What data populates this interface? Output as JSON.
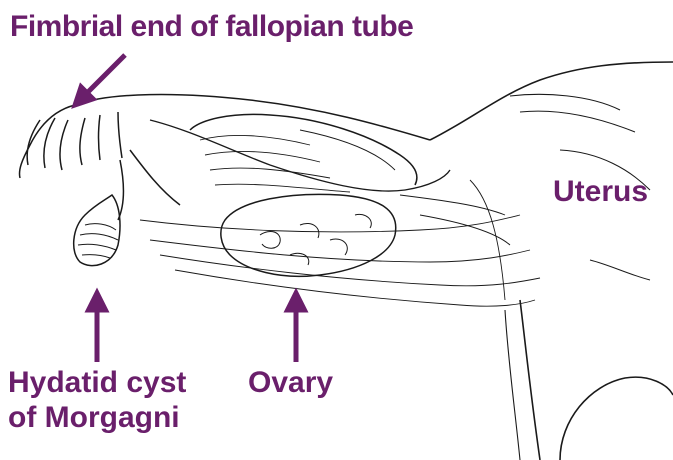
{
  "labels": {
    "fimbrial": "Fimbrial end of fallopian tube",
    "uterus": "Uterus",
    "hydatid_line1": "Hydatid cyst",
    "hydatid_line2": "of Morgagni",
    "ovary": "Ovary"
  },
  "colors": {
    "label": "#6a1f6b",
    "arrow": "#6a1f6b",
    "ink": "#1a1a1a"
  }
}
